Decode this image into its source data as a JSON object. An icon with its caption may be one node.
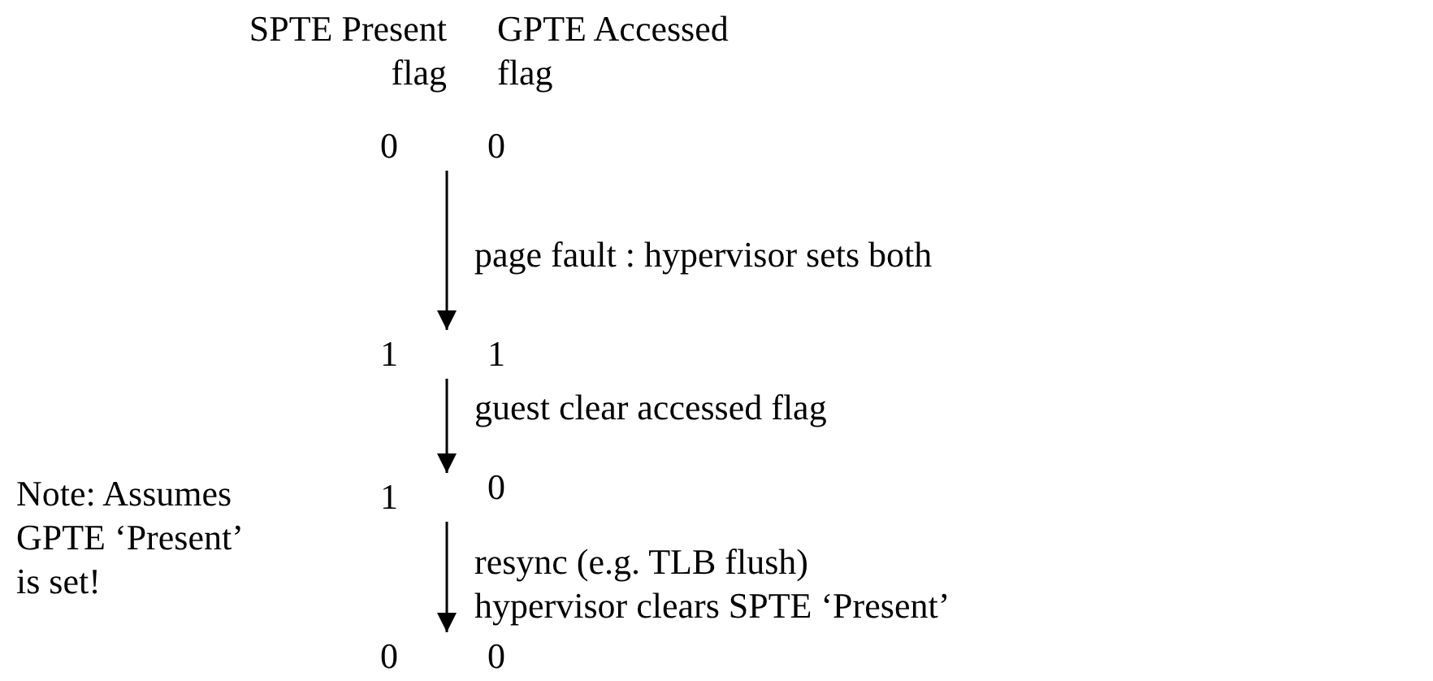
{
  "diagram": {
    "nodes": [
      {
        "text": [
          "0",
          "0"
        ]
      },
      {
        "text": [
          "1",
          "1"
        ]
      },
      {
        "text": [
          "1",
          "0"
        ]
      },
      {
        "text": [
          "0",
          "0"
        ]
      }
    ],
    "edges": [
      {
        "from": 0,
        "to": 1,
        "arrow": "to",
        "label": "page fault : hypervisor sets both"
      },
      {
        "from": 1,
        "to": 2,
        "arrow": "to",
        "label": "guest clear accessed flag"
      },
      {
        "from": 2,
        "to": 3,
        "arrow": "to",
        "label": "resync (e.g. TLB flush) hypervisor clears SPTE ‘Present’"
      }
    ],
    "labels": [
      "SPTE Present flag",
      "GPTE Accessed flag",
      "Note: Assumes GPTE ‘Present’ is set!"
    ]
  }
}
